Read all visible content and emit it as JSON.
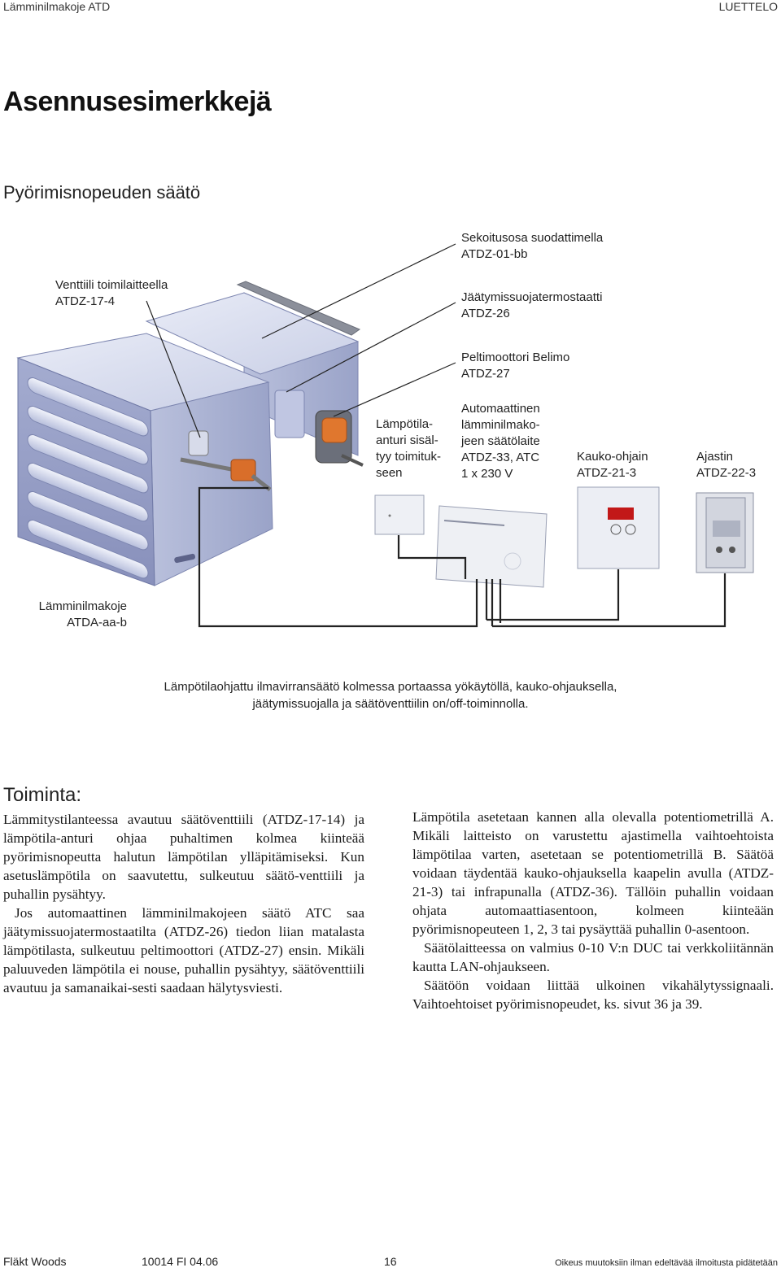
{
  "header": {
    "left": "Lämminilmakoje ATD",
    "right": "LUETTELO"
  },
  "page_title": "Asennusesimerkkejä",
  "subtitle": "Pyörimisnopeuden säätö",
  "labels": {
    "sekoitusosa": [
      "Sekoitusosa suodattimella",
      "ATDZ-01-bb"
    ],
    "venttiili": [
      "Venttiili toimilaitteella",
      "ATDZ-17-4"
    ],
    "jaatymis": [
      "Jäätymissuojatermostaatti",
      "ATDZ-26"
    ],
    "peltimoottori": [
      "Peltimoottori Belimo",
      "ATDZ-27"
    ],
    "lampotila_anturi": [
      "Lämpötila-",
      "anturi sisäl-",
      "tyy toimituk-",
      "seen"
    ],
    "automaattinen": [
      "Automaattinen",
      "lämminilmako-",
      "jeen säätölaite",
      "ATDZ-33, ATC",
      "1 x 230 V"
    ],
    "kauko": [
      "Kauko-ohjain",
      "ATDZ-21-3"
    ],
    "ajastin": [
      "Ajastin",
      "ATDZ-22-3"
    ],
    "lamminilmakoje": [
      "Lämminilmakoje",
      "ATDA-aa-b"
    ]
  },
  "caption": [
    "Lämpötilaohjattu ilmavirransäätö kolmessa portaassa yökäytöllä, kauko-ohjauksella,",
    "jäätymissuojalla ja säätöventtiilin on/off-toiminnolla."
  ],
  "toiminta": {
    "heading": "Toiminta:",
    "left_paragraphs": [
      "Lämmitystilanteessa avautuu säätöventtiili (ATDZ-17-14) ja lämpötila-anturi ohjaa puhaltimen kolmea kiinteää pyörimisnopeutta halutun lämpötilan ylläpitämiseksi. Kun asetuslämpötila on saavutettu, sulkeutuu säätö-venttiili ja puhallin pysähtyy.",
      "Jos automaattinen lämminilmakojeen säätö ATC saa jäätymissuojatermostaatilta (ATDZ-26) tiedon liian matalasta lämpötilasta, sulkeutuu peltimoottori (ATDZ-27) ensin. Mikäli paluuveden lämpötila ei nouse, puhallin pysähtyy, säätöventtiili avautuu ja samanaikai-sesti saadaan hälytysviesti."
    ],
    "right_paragraphs": [
      "Lämpötila asetetaan kannen alla olevalla potentiometrillä A. Mikäli laitteisto on varustettu ajastimella vaihtoehtoista lämpötilaa varten, asetetaan se potentiometrillä B. Säätöä voidaan täydentää kauko-ohjauksella kaapelin avulla (ATDZ-21-3) tai infrapunalla (ATDZ-36). Tällöin puhallin voidaan ohjata automaattiasentoon, kolmeen kiinteään pyörimisnopeuteen 1, 2, 3 tai pysäyttää puhallin 0-asentoon.",
      "Säätölaitteessa on valmius 0-10 V:n DUC tai verkkoliitännän kautta LAN-ohjaukseen.",
      "Säätöön voidaan liittää ulkoinen vikahälytyssignaali. Vaihtoehtoiset pyörimisnopeudet, ks. sivut 36 ja 39."
    ]
  },
  "footer": {
    "brand": "Fläkt Woods",
    "doc": "10014 FI 04.06",
    "page": "16",
    "note": "Oikeus muutoksiin ilman edeltävää ilmoitusta pidätetään"
  }
}
